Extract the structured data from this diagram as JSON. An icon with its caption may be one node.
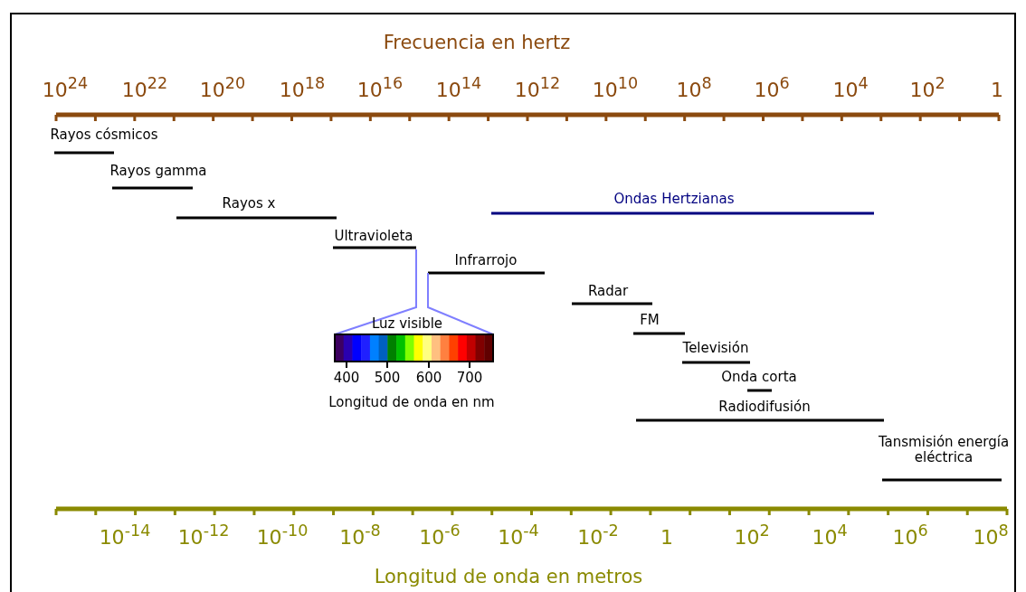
{
  "diagram": {
    "labels": [
      "Frecuencia en hertz",
      "10$^{24}$",
      "10$^{22}$",
      "10$^{20}$",
      "10$^{18}$",
      "10$^{16}$",
      "10$^{14}$",
      "10$^{12}$",
      "10$^{10}$",
      "10$^{8}$",
      "10$^{6}$",
      "10$^{4}$",
      "10$^{2}$",
      "1",
      "Rayos cósmicos",
      "Rayos gamma",
      "Rayos x",
      "Ondas Hertzianas",
      "Ultravioleta",
      "Infrarrojo",
      "Radar",
      "Luz visible",
      "FM",
      "Televisión",
      "400",
      "500",
      "600",
      "700",
      "Onda corta",
      "Longitud de onda en nm",
      "Radiodifusión",
      "Tansmisión energía eléctrica",
      "10$^{-14}$",
      "10$^{-12}$",
      "10$^{-10}$",
      "10$^{-8}$",
      "10$^{-6}$",
      "10$^{-4}$",
      "10$^{-2}$",
      "1",
      "10$^{2}$",
      "10$^{4}$",
      "10$^{6}$",
      "10$^{8}$",
      "Longitud de onda en metros"
    ]
  }
}
